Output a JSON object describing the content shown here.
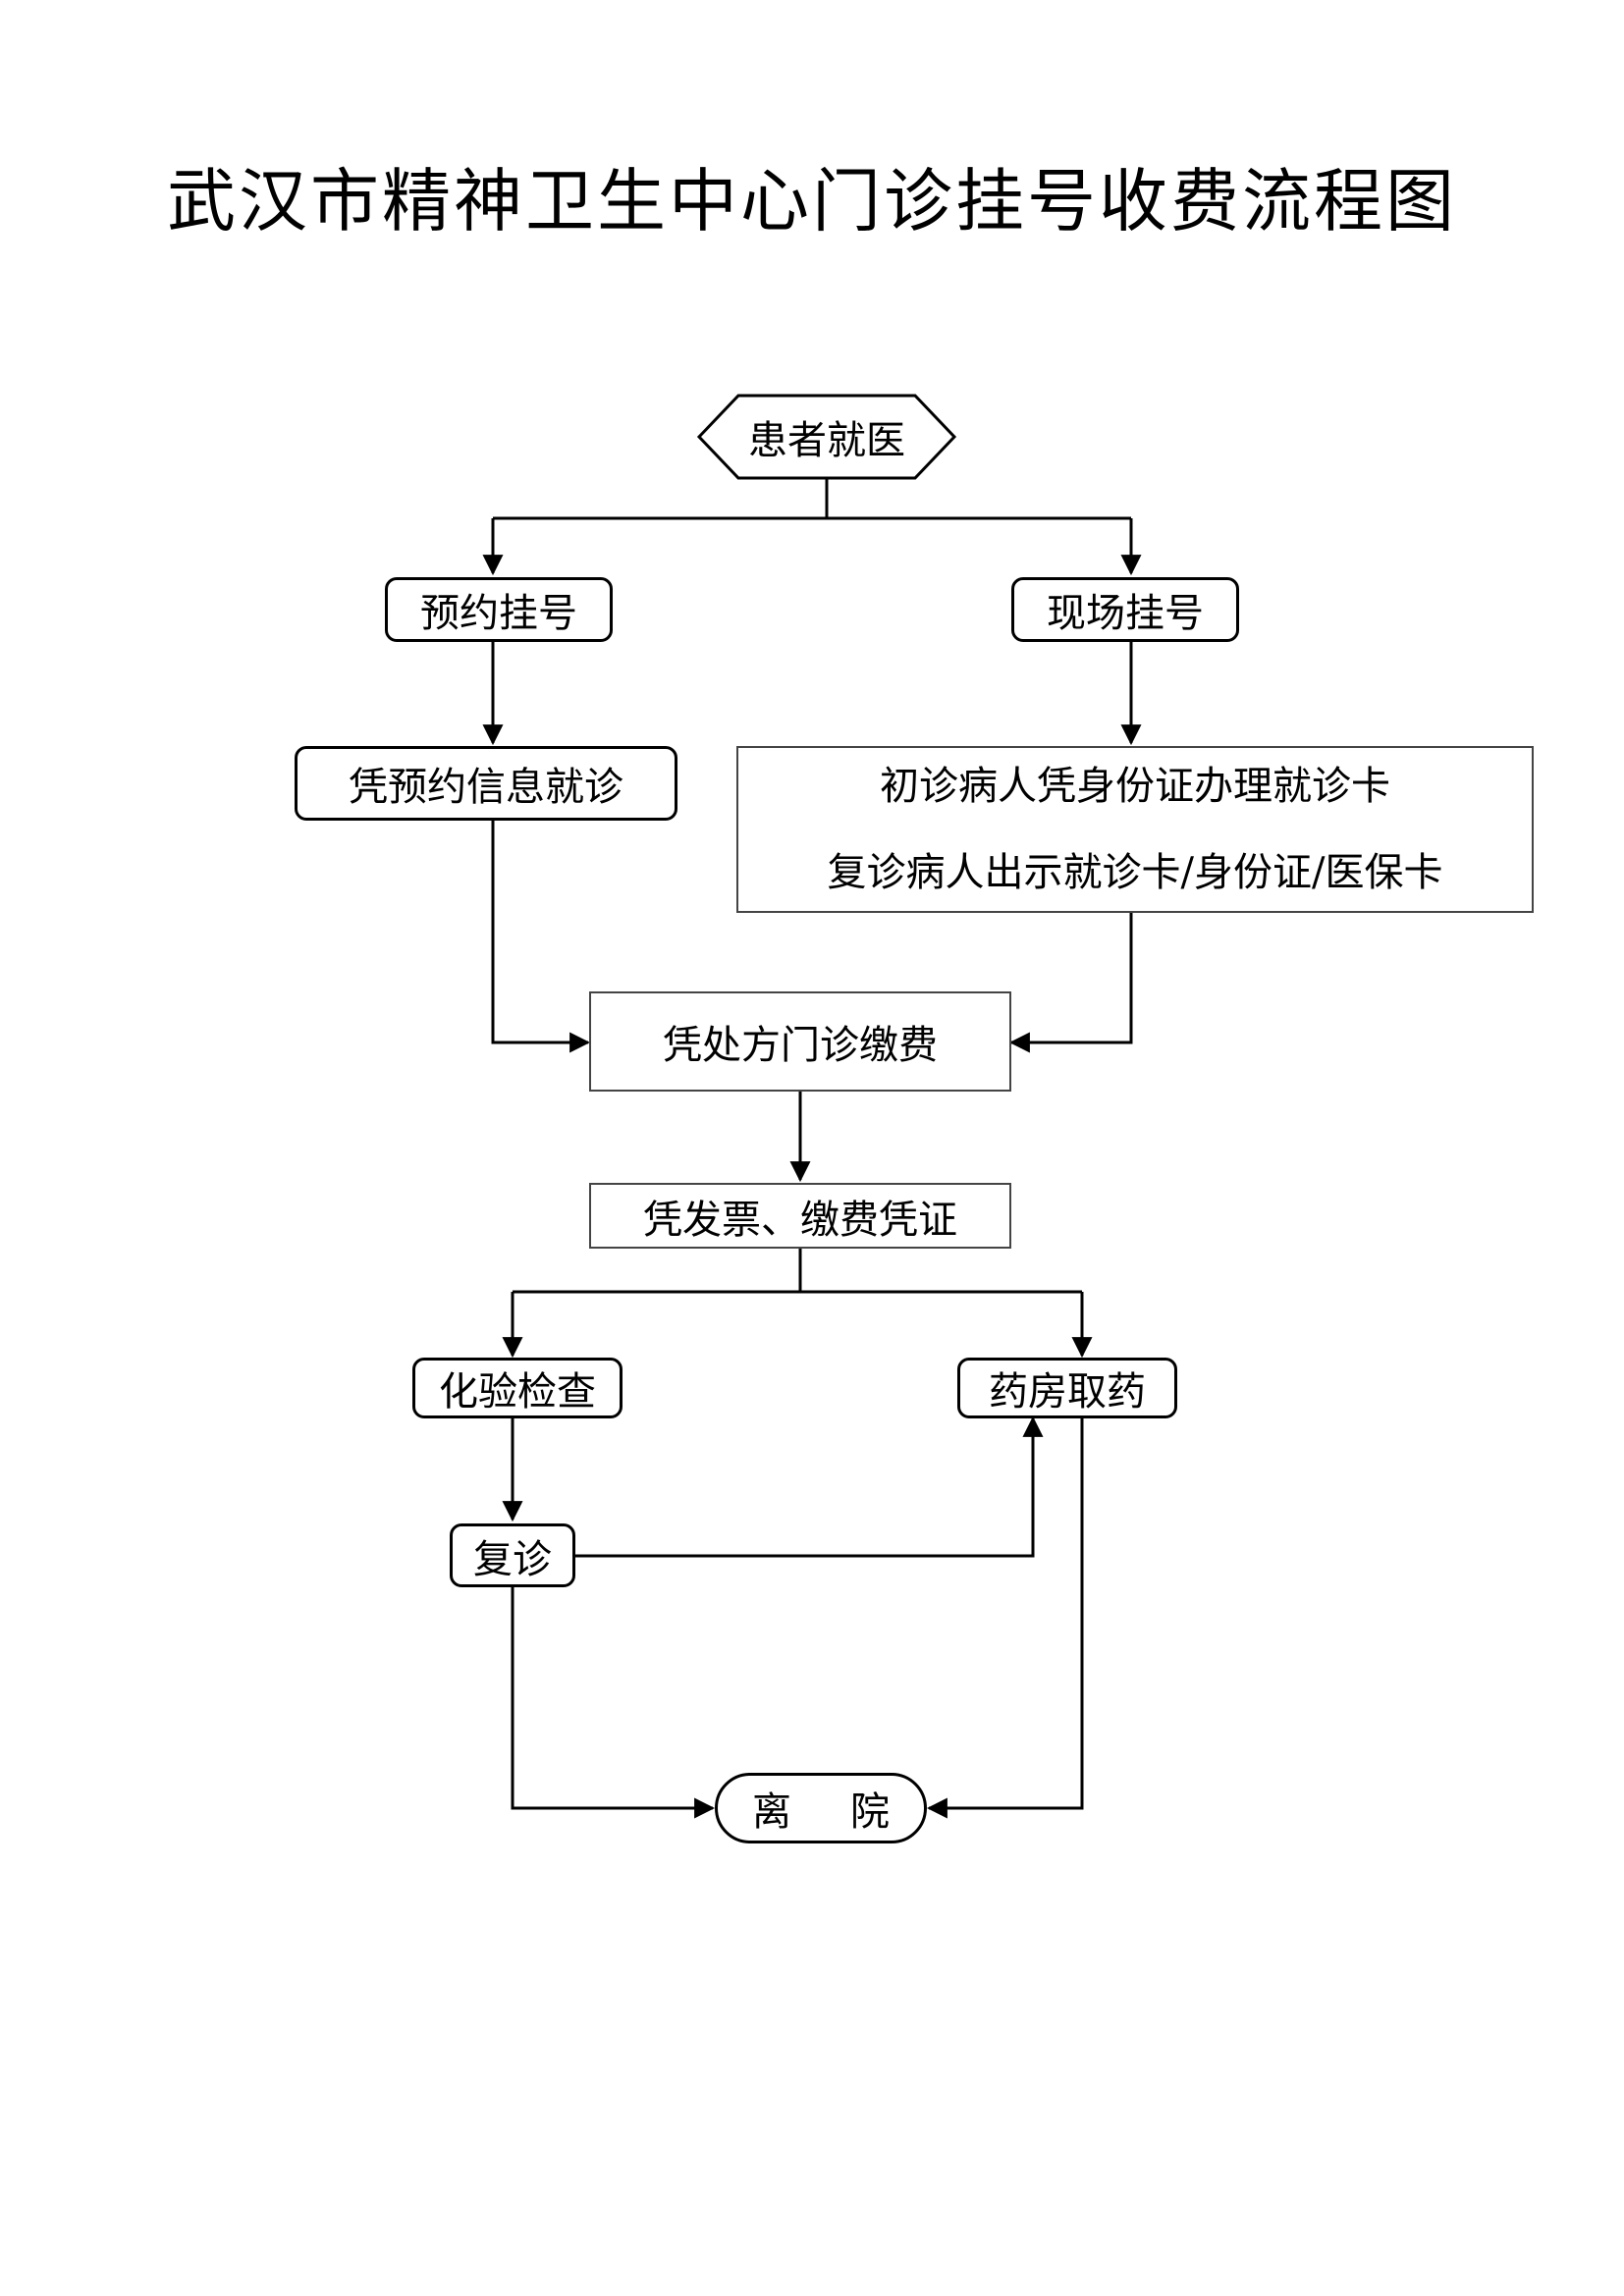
{
  "title": "武汉市精神卫生中心门诊挂号收费流程图",
  "nodes": {
    "start": "患者就医",
    "appointment": "预约挂号",
    "onsite": "现场挂号",
    "appointment_info": "凭预约信息就诊",
    "card_line1": "初诊病人凭身份证办理就诊卡",
    "card_line2": "复诊病人出示就诊卡/身份证/医保卡",
    "payment": "凭处方门诊缴费",
    "receipt": "凭发票、缴费凭证",
    "lab": "化验检查",
    "pharmacy": "药房取药",
    "revisit": "复诊",
    "leave": "离院"
  }
}
